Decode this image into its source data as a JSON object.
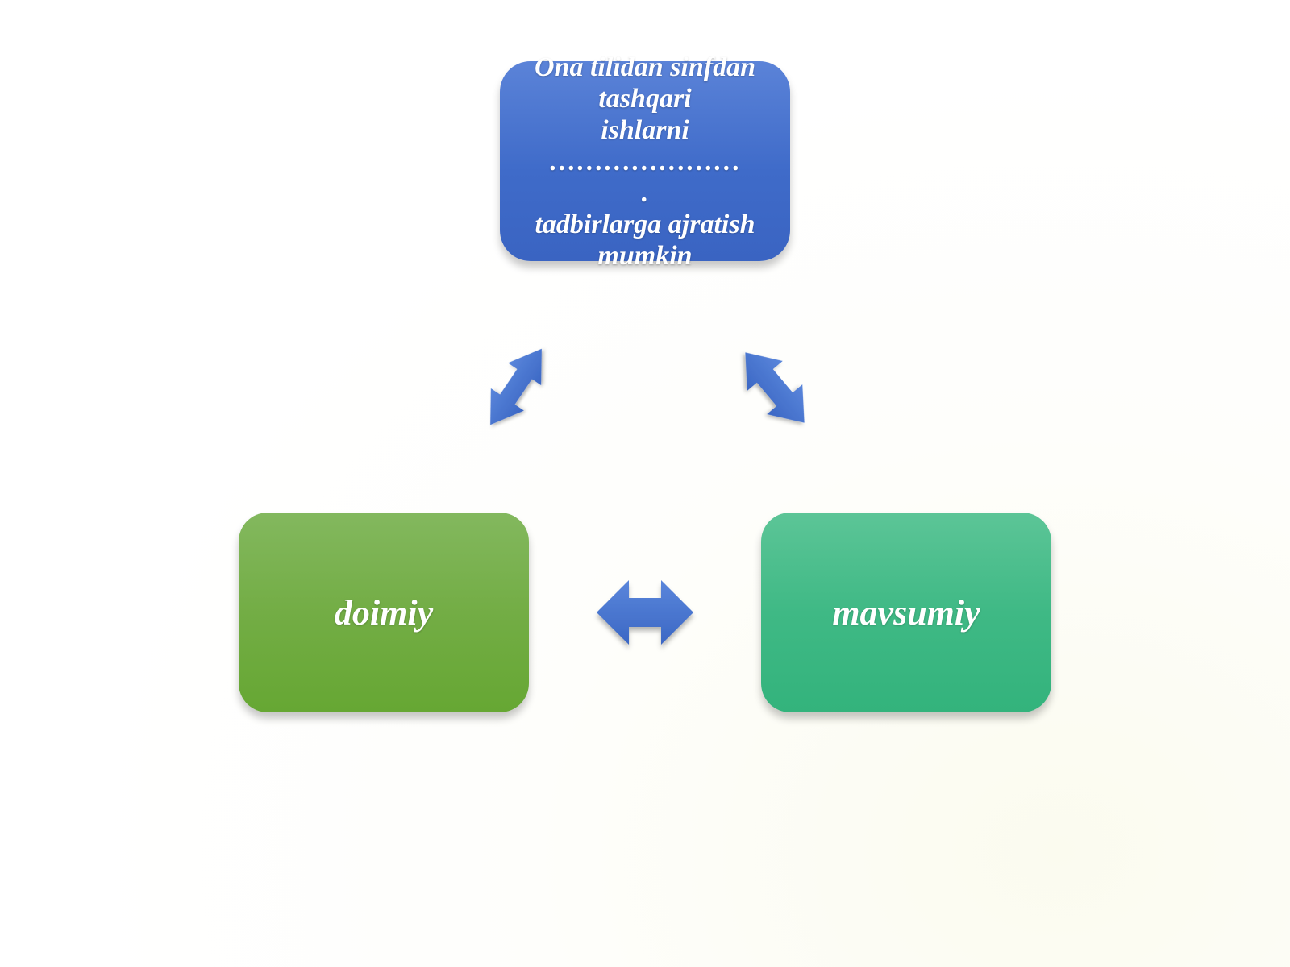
{
  "diagram": {
    "top_node": {
      "lines": [
        "Ona tilidan sinfdan",
        "tashqari",
        "ishlarni …………………",
        ".",
        "tadbirlarga ajratish",
        "mumkin"
      ]
    },
    "left_node": {
      "label": "doimiy"
    },
    "right_node": {
      "label": "mavsumiy"
    },
    "connectors": [
      {
        "from": "top_node",
        "to": "left_node",
        "icon": "double-arrow-icon"
      },
      {
        "from": "top_node",
        "to": "right_node",
        "icon": "double-arrow-icon"
      },
      {
        "from": "left_node",
        "to": "right_node",
        "icon": "double-arrow-icon"
      }
    ],
    "colors": {
      "top_node": "#4472c4",
      "left_node": "#70ad47",
      "right_node": "#3cb882",
      "arrows": "#4472c4"
    }
  }
}
